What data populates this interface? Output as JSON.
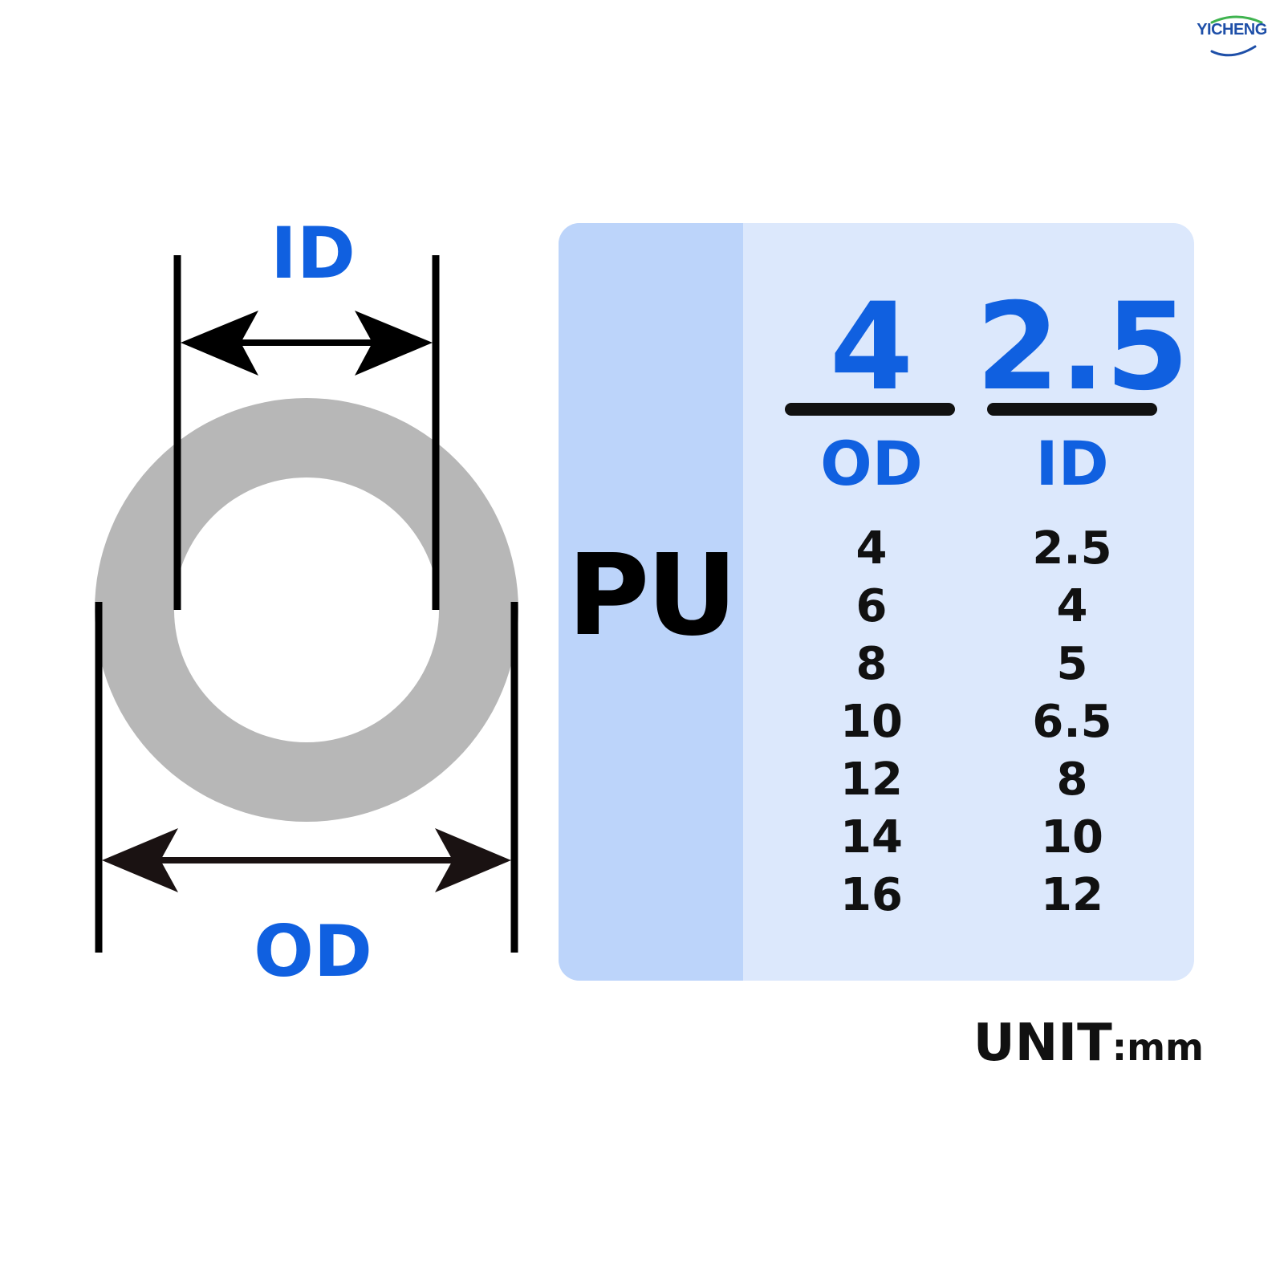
{
  "brand": {
    "logo_text": "YICHENG",
    "accent": "#1060e0"
  },
  "diagram": {
    "id_label": "ID",
    "od_label": "OD",
    "ring_color": "#b7b7b7"
  },
  "panel": {
    "material": "PU",
    "example": {
      "od": "4",
      "id": "2.5"
    },
    "headers": {
      "od": "OD",
      "id": "ID"
    },
    "rows": [
      {
        "od": "4",
        "id": "2.5"
      },
      {
        "od": "6",
        "id": "4"
      },
      {
        "od": "8",
        "id": "5"
      },
      {
        "od": "10",
        "id": "6.5"
      },
      {
        "od": "12",
        "id": "8"
      },
      {
        "od": "14",
        "id": "10"
      },
      {
        "od": "16",
        "id": "12"
      }
    ],
    "colors": {
      "left_band": "#bcd4fa",
      "background": "#dce8fc"
    }
  },
  "unit": {
    "label": "UNIT",
    "value": ":mm"
  }
}
